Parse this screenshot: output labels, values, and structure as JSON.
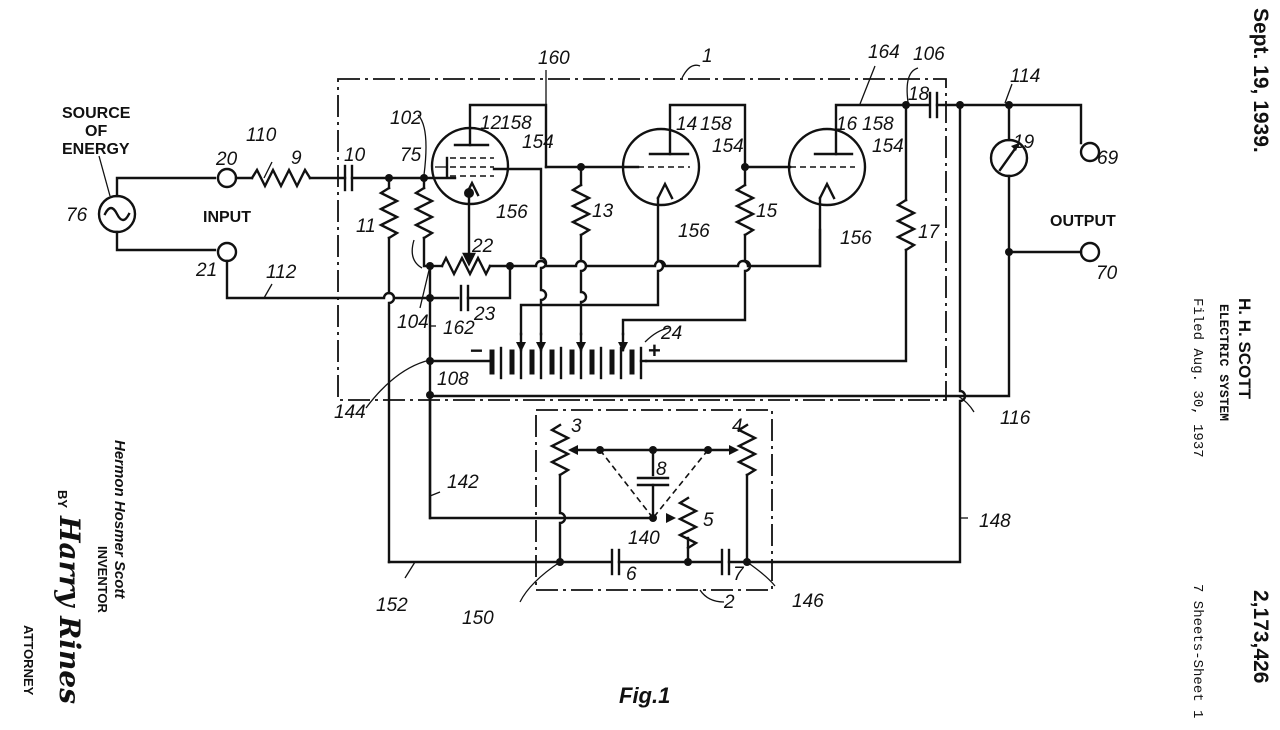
{
  "header": {
    "date": "Sept. 19, 1939.",
    "inventor_short": "H. H. SCOTT",
    "title": "ELECTRIC SYSTEM",
    "filed": "Filed Aug. 30, 1937",
    "sheets": "7 Sheets-Sheet 1",
    "patent_number": "2,173,426"
  },
  "signature": {
    "inventor_name": "Hermon Hosmer Scott",
    "inventor_role": "INVENTOR",
    "by": "BY",
    "attorney_signature": "Harry Rines",
    "attorney_role": "ATTORNEY"
  },
  "figure": {
    "caption": "Fig.1"
  },
  "labels": {
    "source": [
      "SOURCE",
      "OF",
      "ENERGY"
    ],
    "input": "INPUT",
    "output": "OUTPUT",
    "plus": "+",
    "minus": "−"
  },
  "refs": {
    "r76": "76",
    "r20": "20",
    "r21": "21",
    "r110": "110",
    "r112": "112",
    "r9": "9",
    "r10": "10",
    "r11": "11",
    "r75": "75",
    "r102": "102",
    "r12": "12",
    "r158a": "158",
    "r154a": "154",
    "r156a": "156",
    "r160": "160",
    "r13": "13",
    "r14": "14",
    "r158b": "158",
    "r154b": "154",
    "r156b": "156",
    "r15": "15",
    "r16": "16",
    "r158c": "158",
    "r154c": "154",
    "r156c": "156",
    "r164": "164",
    "r1": "1",
    "r106": "106",
    "r18": "18",
    "r17": "17",
    "r114": "114",
    "r19": "19",
    "r69": "69",
    "r70": "70",
    "r22": "22",
    "r23": "23",
    "r104": "104",
    "r162": "162",
    "r24": "24",
    "r108": "108",
    "r144": "144",
    "r116": "116",
    "r3": "3",
    "r4": "4",
    "r8": "8",
    "r5": "5",
    "r140": "140",
    "r142": "142",
    "r6": "6",
    "r7": "7",
    "r2": "2",
    "r146": "146",
    "r148": "148",
    "r150": "150",
    "r152": "152"
  },
  "icons": {
    "ac_source": "ac-source-icon",
    "meter": "meter-icon",
    "vacuum_tube": "vacuum-tube-icon",
    "resistor": "resistor-icon",
    "capacitor": "capacitor-icon",
    "battery": "battery-icon",
    "terminal": "terminal-icon"
  }
}
